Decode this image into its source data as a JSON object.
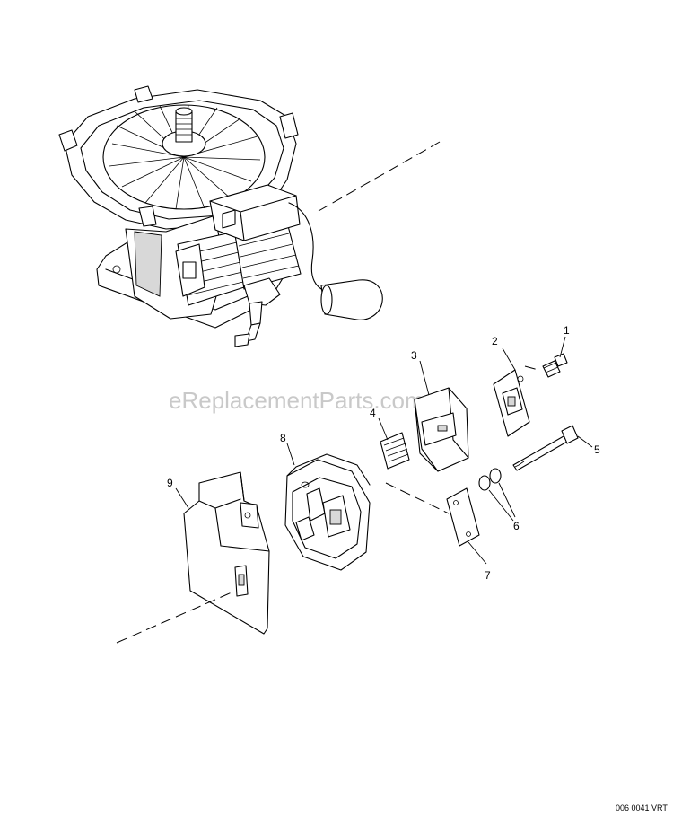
{
  "watermark": "eReplacementParts.com",
  "diagram_code": "006 0041 VRT",
  "callouts": {
    "c1": "1",
    "c2": "2",
    "c3": "3",
    "c4": "4",
    "c5": "5",
    "c6": "6",
    "c7": "7",
    "c8": "8",
    "c9": "9"
  }
}
